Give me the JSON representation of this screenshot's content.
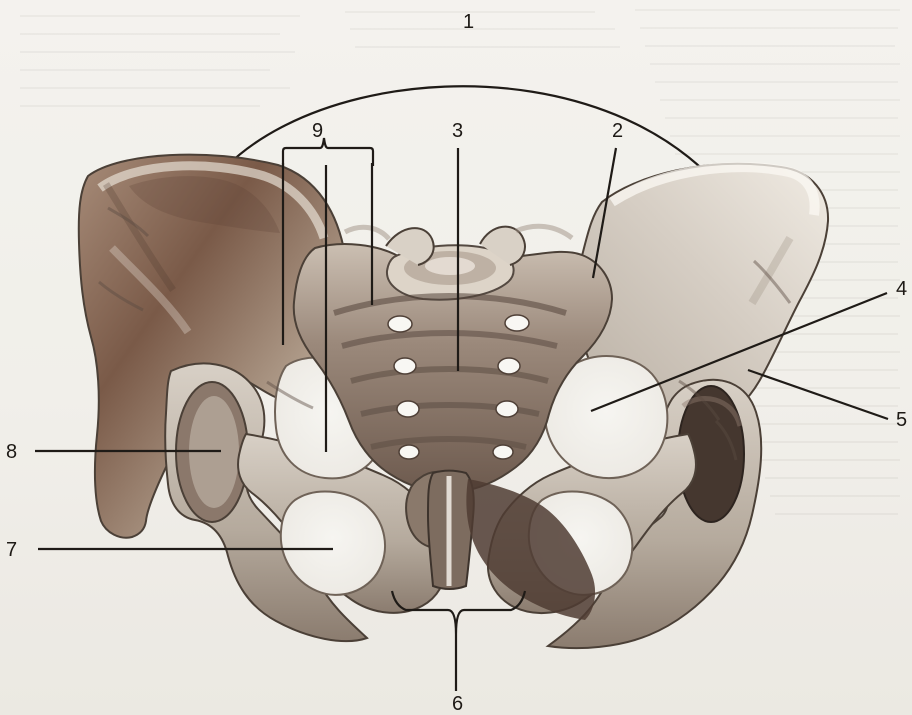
{
  "labels": [
    {
      "id": "1",
      "text": "1"
    },
    {
      "id": "2",
      "text": "2"
    },
    {
      "id": "3",
      "text": "3"
    },
    {
      "id": "4",
      "text": "4"
    },
    {
      "id": "5",
      "text": "5"
    },
    {
      "id": "6",
      "text": "6"
    },
    {
      "id": "7",
      "text": "7"
    },
    {
      "id": "8",
      "text": "8"
    },
    {
      "id": "9",
      "text": "9"
    }
  ],
  "colors": {
    "bone_light": "#d8d0c6",
    "bone_mid": "#b4ab9f",
    "bone_dark": "#6b5142",
    "bone_shadow": "#4f3f35",
    "background": "#f1efea",
    "line": "#1f1b17"
  }
}
